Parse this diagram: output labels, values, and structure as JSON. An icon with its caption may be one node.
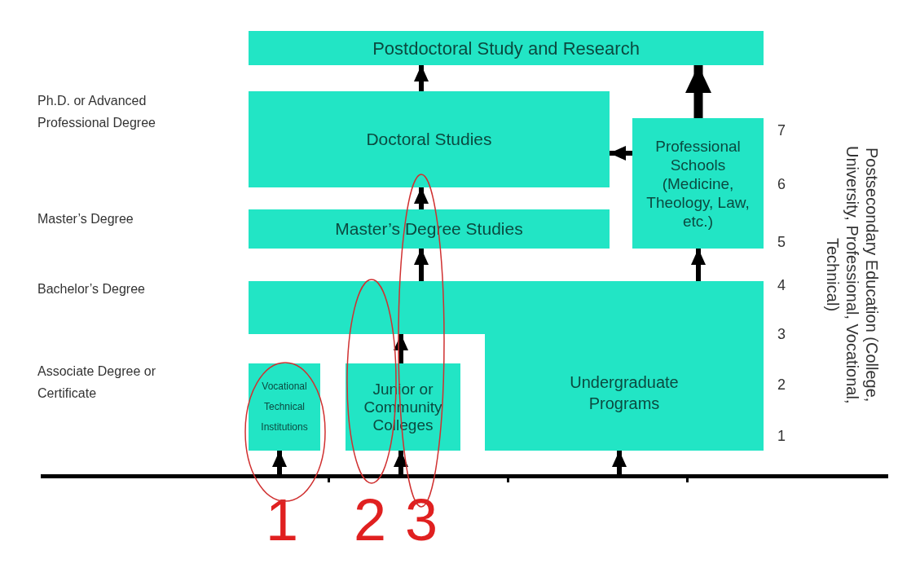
{
  "diagram": {
    "nodes": [
      {
        "text": [
          "Postdoctoral Study and Research"
        ]
      },
      {
        "text": [
          "Doctoral Studies"
        ]
      },
      {
        "text": [
          "Professional Schools (Medicine, Theology, Law, etc.)"
        ]
      },
      {
        "text": [
          "Master’s Degree Studies"
        ]
      },
      {
        "text": [
          "Undergraduate Programs"
        ]
      },
      {
        "text": [
          "Vocational Technical Institutions"
        ]
      },
      {
        "text": [
          "Junior or Community Colleges"
        ]
      },
      {
        "text": [],
        "shape": "bar"
      }
    ],
    "edges": [
      {
        "from": 7,
        "to": 5,
        "arrow": "to"
      },
      {
        "from": 7,
        "to": 6,
        "arrow": "to"
      },
      {
        "from": 7,
        "to": 4,
        "arrow": "to"
      },
      {
        "from": 6,
        "to": 4,
        "arrow": "to"
      },
      {
        "from": 4,
        "to": 3,
        "arrow": "to"
      },
      {
        "from": 4,
        "to": 2,
        "arrow": "to"
      },
      {
        "from": 3,
        "to": 1,
        "arrow": "to"
      },
      {
        "from": 1,
        "to": 0,
        "arrow": "to"
      },
      {
        "from": 2,
        "to": 0,
        "arrow": "to",
        "style": "thick"
      },
      {
        "from": 2,
        "to": 1,
        "arrow": "to"
      }
    ],
    "labels": [
      "Ph.D. or Advanced Professional Degree",
      "Master’s Degree",
      "Bachelor’s Degree",
      "Associate Degree or Certificate",
      "7",
      "6",
      "5",
      "4",
      "3",
      "2",
      "1",
      "Postsecondary Education (College, University, Professional, Vocational, Technical)",
      "1",
      "2",
      "3"
    ]
  }
}
